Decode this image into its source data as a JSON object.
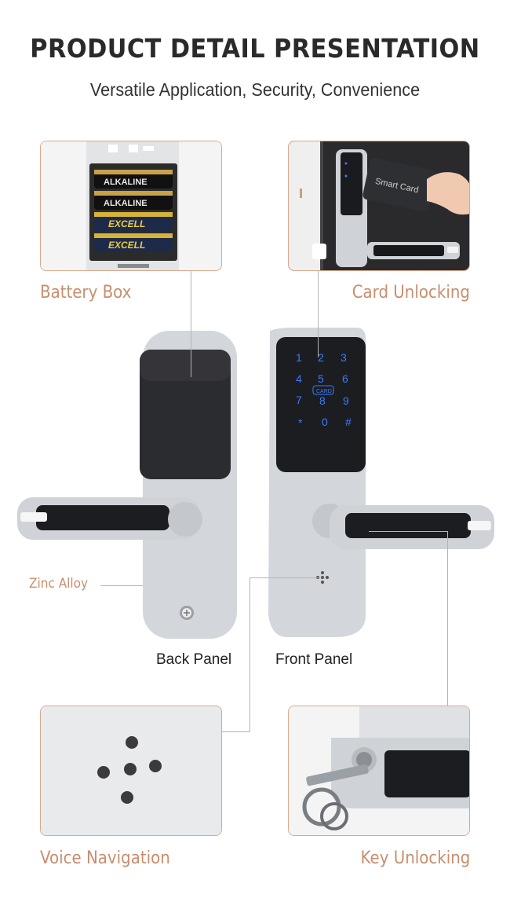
{
  "header": {
    "title": "PRODUCT DETAIL PRESENTATION",
    "subtitle": "Versatile Application, Security, Convenience"
  },
  "callouts": {
    "battery_box": "Battery Box",
    "card_unlocking": "Card Unlocking",
    "zinc_alloy": "Zinc Alloy",
    "voice_navigation": "Voice Navigation",
    "key_unlocking": "Key Unlocking"
  },
  "panels": {
    "back": "Back Panel",
    "front": "Front Panel"
  },
  "battery_labels": [
    "ALKALINE",
    "ALKALINE",
    "EXCELL",
    "EXCELL"
  ],
  "card_text": "Smart Card",
  "keypad": {
    "keys": [
      "1",
      "2",
      "3",
      "4",
      "5",
      "6",
      "7",
      "8",
      "9",
      "*",
      "0",
      "#"
    ],
    "card_badge": "CARD"
  },
  "colors": {
    "accent": "#c88e6e",
    "keypad_glow": "#3a7bff",
    "silver": "#cfd2d6",
    "black_glass": "#1c1d20"
  },
  "icons": [
    "battery-icon",
    "speaker-holes-icon",
    "key-icon",
    "screw-icon",
    "wifi-card-icon"
  ]
}
